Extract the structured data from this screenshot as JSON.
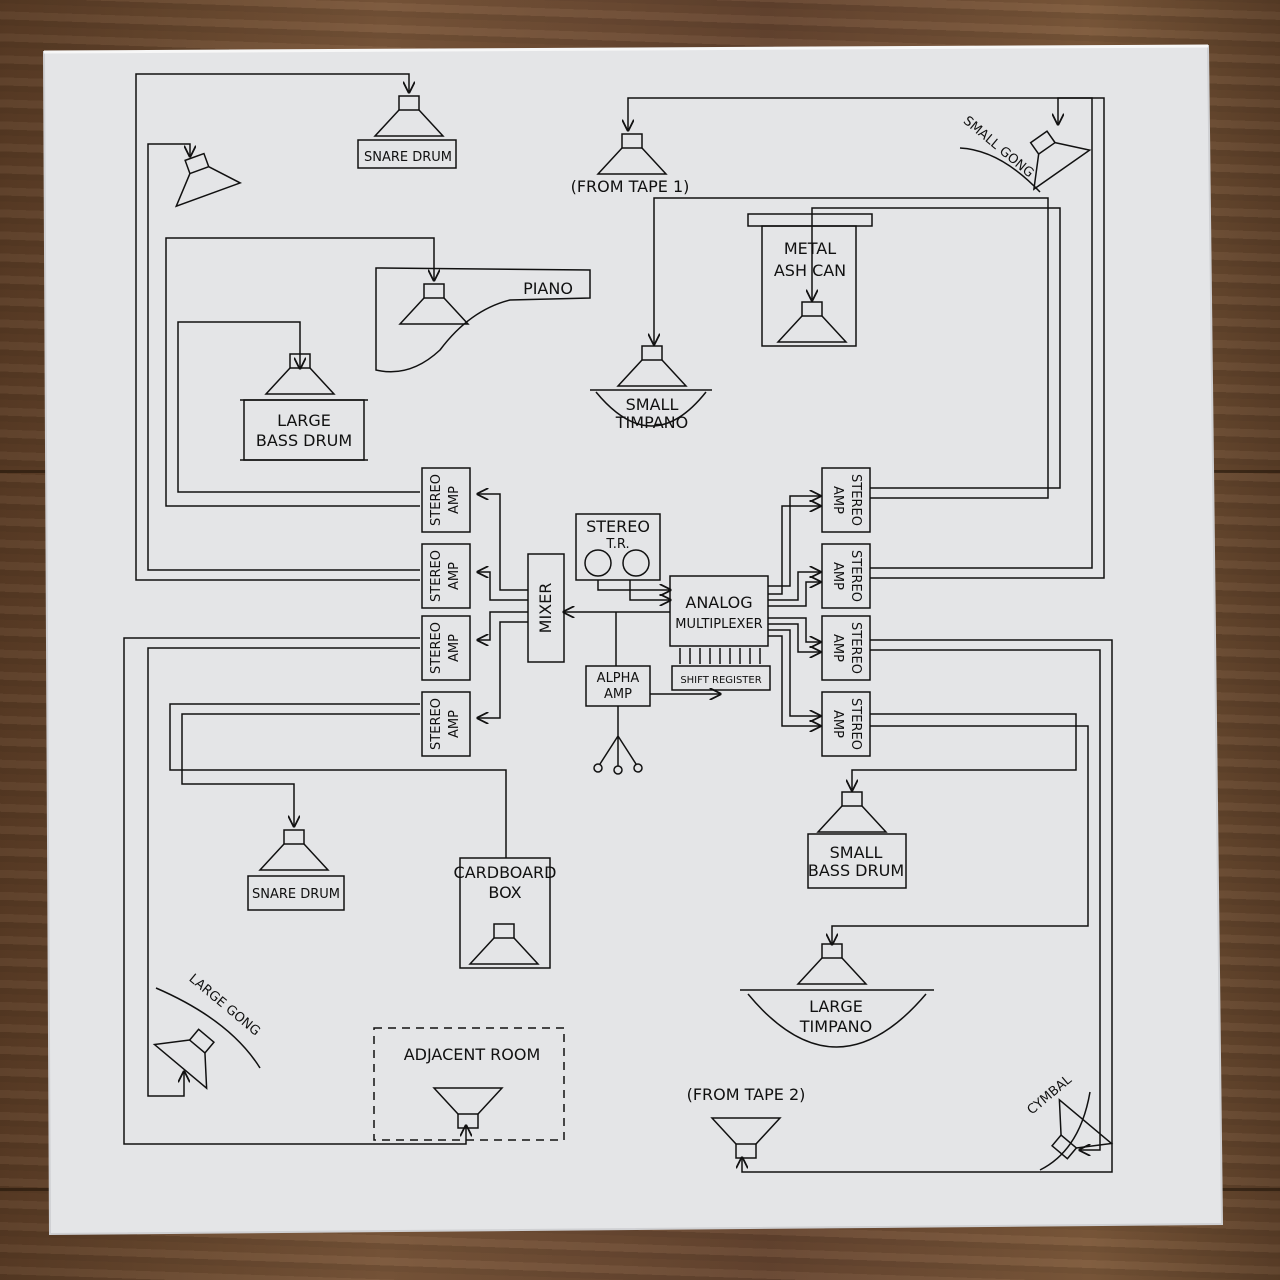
{
  "labels": {
    "snare_drum_top": "SNARE DRUM",
    "from_tape_1": "(FROM TAPE 1)",
    "small_gong": "SMALL GONG",
    "metal_ash_can_line1": "METAL",
    "metal_ash_can_line2": "ASH CAN",
    "piano": "PIANO",
    "large_bass_drum_line1": "LARGE",
    "large_bass_drum_line2": "BASS DRUM",
    "small_timpano_line1": "SMALL",
    "small_timpano_line2": "TIMPANO",
    "stereo_amp_line1": "STEREO",
    "stereo_amp_line2": "AMP",
    "stereo_tr_line1": "STEREO",
    "stereo_tr_line2": "T.R.",
    "mixer": "MIXER",
    "analog_multiplexer_line1": "ANALOG",
    "analog_multiplexer_line2": "MULTIPLEXER",
    "shift_register": "SHIFT REGISTER",
    "alpha_amp_line1": "ALPHA",
    "alpha_amp_line2": "AMP",
    "snare_drum_bottom": "SNARE DRUM",
    "cardboard_box_line1": "CARDBOARD",
    "cardboard_box_line2": "BOX",
    "small_bass_drum_line1": "SMALL",
    "small_bass_drum_line2": "BASS DRUM",
    "large_timpano_line1": "LARGE",
    "large_timpano_line2": "TIMPANO",
    "large_gong": "LARGE GONG",
    "adjacent_room": "ADJACENT ROOM",
    "from_tape_2": "(FROM TAPE 2)",
    "cymbal": "CYMBAL"
  },
  "colors": {
    "sleeve": "#e4e5e7",
    "ink": "#111111",
    "wood": "#6b4a30"
  }
}
